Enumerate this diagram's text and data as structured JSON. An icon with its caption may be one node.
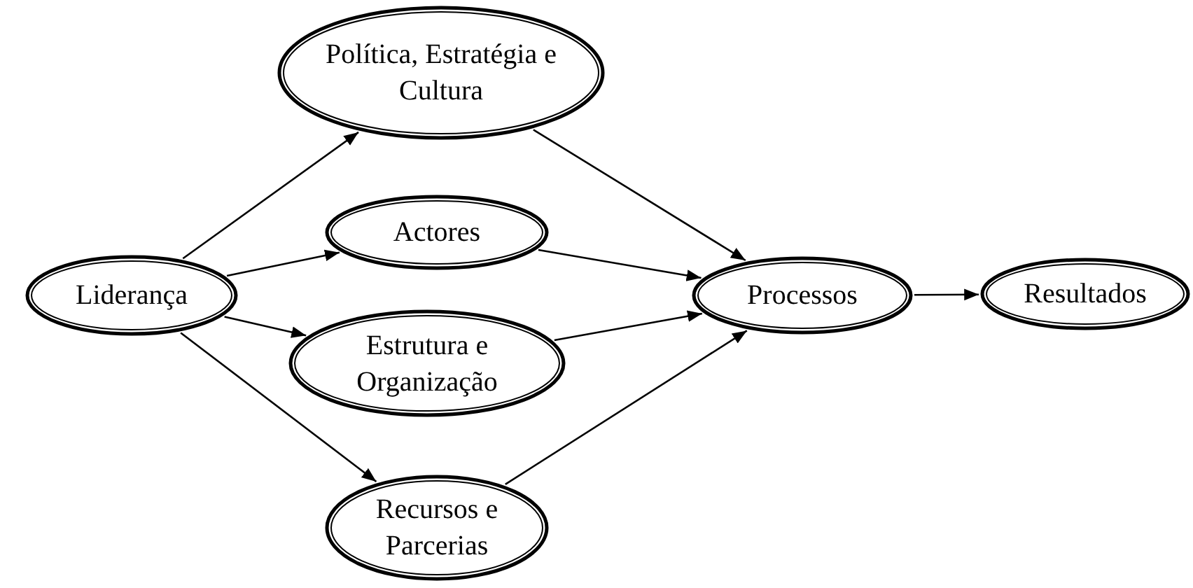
{
  "diagram": {
    "nodes": [
      {
        "text": [
          "Liderança"
        ]
      },
      {
        "text": [
          "Política, Estratégia e Cultura"
        ]
      },
      {
        "text": [
          "Actores"
        ]
      },
      {
        "text": [
          "Estrutura e Organização"
        ]
      },
      {
        "text": [
          "Recursos e Parcerias"
        ]
      },
      {
        "text": [
          "Processos"
        ]
      },
      {
        "text": [
          "Resultados"
        ]
      }
    ],
    "edges": [
      {
        "from": 0,
        "to": 1,
        "arrow": "to"
      },
      {
        "from": 0,
        "to": 2,
        "arrow": "to"
      },
      {
        "from": 0,
        "to": 3,
        "arrow": "to"
      },
      {
        "from": 0,
        "to": 4,
        "arrow": "to"
      },
      {
        "from": 1,
        "to": 5,
        "arrow": "to"
      },
      {
        "from": 2,
        "to": 5,
        "arrow": "to"
      },
      {
        "from": 3,
        "to": 5,
        "arrow": "to"
      },
      {
        "from": 4,
        "to": 5,
        "arrow": "to"
      },
      {
        "from": 5,
        "to": 6,
        "arrow": "to"
      }
    ]
  }
}
